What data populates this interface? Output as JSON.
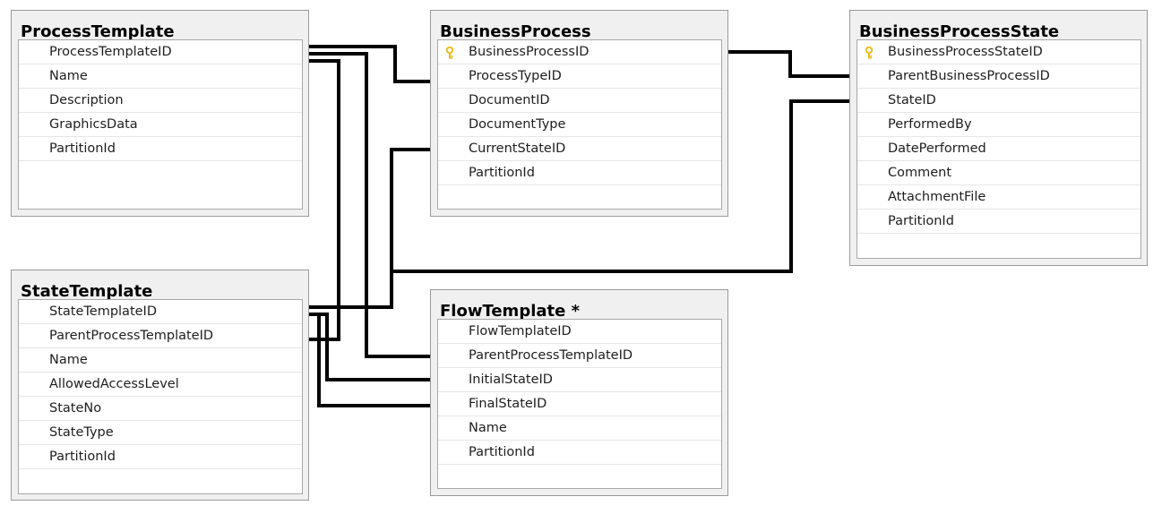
{
  "tables": [
    {
      "id": "ProcessTemplate",
      "title": "ProcessTemplate",
      "columns": [
        {
          "name": "ProcessTemplateID",
          "key": false
        },
        {
          "name": "Name",
          "key": false
        },
        {
          "name": "Description",
          "key": false
        },
        {
          "name": "GraphicsData",
          "key": false
        },
        {
          "name": "PartitionId",
          "key": false
        }
      ]
    },
    {
      "id": "BusinessProcess",
      "title": "BusinessProcess",
      "columns": [
        {
          "name": "BusinessProcessID",
          "key": true
        },
        {
          "name": "ProcessTypeID",
          "key": false
        },
        {
          "name": "DocumentID",
          "key": false
        },
        {
          "name": "DocumentType",
          "key": false
        },
        {
          "name": "CurrentStateID",
          "key": false
        },
        {
          "name": "PartitionId",
          "key": false
        }
      ]
    },
    {
      "id": "BusinessProcessState",
      "title": "BusinessProcessState",
      "columns": [
        {
          "name": "BusinessProcessStateID",
          "key": true
        },
        {
          "name": "ParentBusinessProcessID",
          "key": false
        },
        {
          "name": "StateID",
          "key": false
        },
        {
          "name": "PerformedBy",
          "key": false
        },
        {
          "name": "DatePerformed",
          "key": false
        },
        {
          "name": "Comment",
          "key": false
        },
        {
          "name": "AttachmentFile",
          "key": false
        },
        {
          "name": "PartitionId",
          "key": false
        }
      ]
    },
    {
      "id": "StateTemplate",
      "title": "StateTemplate",
      "columns": [
        {
          "name": "StateTemplateID",
          "key": false
        },
        {
          "name": "ParentProcessTemplateID",
          "key": false
        },
        {
          "name": "Name",
          "key": false
        },
        {
          "name": "AllowedAccessLevel",
          "key": false
        },
        {
          "name": "StateNo",
          "key": false
        },
        {
          "name": "StateType",
          "key": false
        },
        {
          "name": "PartitionId",
          "key": false
        }
      ]
    },
    {
      "id": "FlowTemplate",
      "title": "FlowTemplate *",
      "columns": [
        {
          "name": "FlowTemplateID",
          "key": false
        },
        {
          "name": "ParentProcessTemplateID",
          "key": false
        },
        {
          "name": "InitialStateID",
          "key": false
        },
        {
          "name": "FinalStateID",
          "key": false
        },
        {
          "name": "Name",
          "key": false
        },
        {
          "name": "PartitionId",
          "key": false
        }
      ]
    }
  ],
  "colors": {
    "line": "#000000",
    "key_icon": "#e8c020"
  },
  "icons": {
    "key": "key-icon"
  }
}
